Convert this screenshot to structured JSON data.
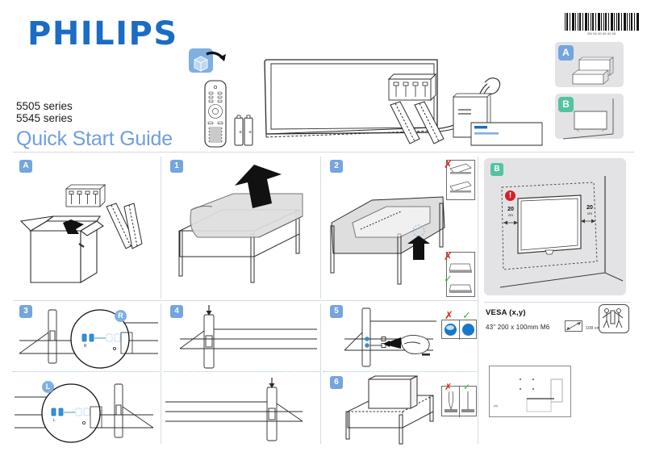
{
  "document": {
    "brand": "PHILIPS",
    "series": [
      "5505 series",
      "5545 series"
    ],
    "title": "Quick Start Guide",
    "barcode_code": "EN 54 00 00 00 00"
  },
  "previews": [
    {
      "id": "A",
      "label": "A",
      "color": "#74a5de",
      "description": "TV on table stand"
    },
    {
      "id": "B",
      "label": "B",
      "color": "#55c2a2",
      "description": "TV on wall mount"
    }
  ],
  "hero": {
    "items": [
      "unpack-icon",
      "remote-control",
      "batteries",
      "television",
      "power-cable",
      "screw-pack",
      "stand-legs",
      "documentation"
    ]
  },
  "panels": [
    {
      "id": "A",
      "label": "A",
      "badge_color": "#74a5de",
      "type": "letter",
      "description": "Unpack the box, screws and stand legs"
    },
    {
      "id": "1",
      "label": "1",
      "badge_color": "#74a5de",
      "type": "number",
      "description": "Place a soft cloth on the table"
    },
    {
      "id": "2",
      "label": "2",
      "badge_color": "#74a5de",
      "type": "number",
      "description": "Lay the TV face down on the cloth"
    },
    {
      "id": "B",
      "label": "B",
      "badge_color": "#55c2a2",
      "type": "letter",
      "description": "Wall mounting with clearance"
    },
    {
      "id": "3",
      "label": "3",
      "badge_color": "#74a5de",
      "type": "number",
      "description": "Align stand leg R and L with mounting points"
    },
    {
      "id": "4",
      "label": "4",
      "badge_color": "#74a5de",
      "type": "number",
      "description": "Insert the stand legs"
    },
    {
      "id": "5",
      "label": "5",
      "badge_color": "#74a5de",
      "type": "number",
      "description": "Tighten the screws by hand"
    },
    {
      "id": "6",
      "label": "6",
      "badge_color": "#74a5de",
      "type": "number",
      "description": "Stand the TV upright on the table"
    }
  ],
  "panel_b": {
    "badge": "B",
    "warning_symbol": "!",
    "clearance_left": {
      "value": "20",
      "unit": "cm"
    },
    "clearance_right": {
      "value": "20",
      "unit": "cm"
    }
  },
  "vesa": {
    "title": "VESA (x,y)",
    "spec": "43\"  200 x 100mm M6",
    "diagonal": "108 cm",
    "two-person-icon": "two-person-lift"
  },
  "step3": {
    "marker_right": "R",
    "marker_left": "L"
  },
  "markers": {
    "cross": "✗",
    "check": "✓"
  }
}
